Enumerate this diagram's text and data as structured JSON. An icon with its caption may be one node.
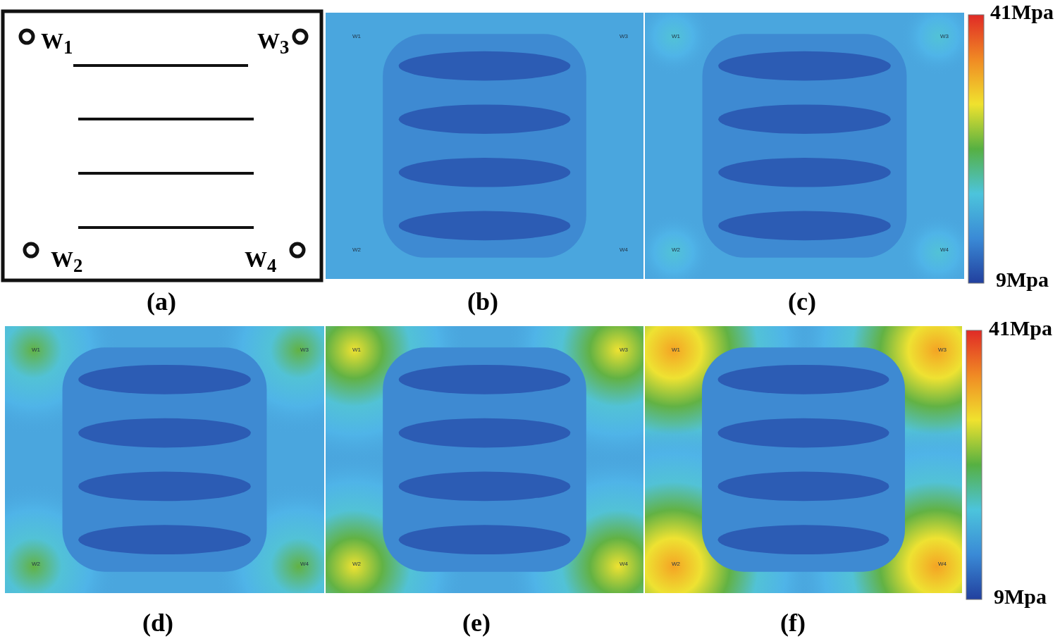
{
  "diagram": {
    "nodes": [
      {
        "text": [],
        "shape": "bar"
      },
      {
        "text": [],
        "shape": "bar"
      }
    ],
    "labels": [
      "W$_{1}$",
      "W$_{3}$",
      "41Mpa",
      "W$_{2}$",
      "W$_{4}$",
      "9Mpa",
      "(a)",
      "(b)",
      "(c)",
      "41Mpa",
      "9Mpa",
      "(d)",
      "(e)",
      "(f)",
      "W1",
      "W3",
      "W2",
      "W4",
      "W1",
      "W3",
      "W2",
      "W4",
      "W1",
      "W3",
      "W2",
      "W4",
      "W1",
      "W3",
      "W2",
      "W4",
      "W1",
      "W3",
      "W2",
      "W4"
    ]
  }
}
